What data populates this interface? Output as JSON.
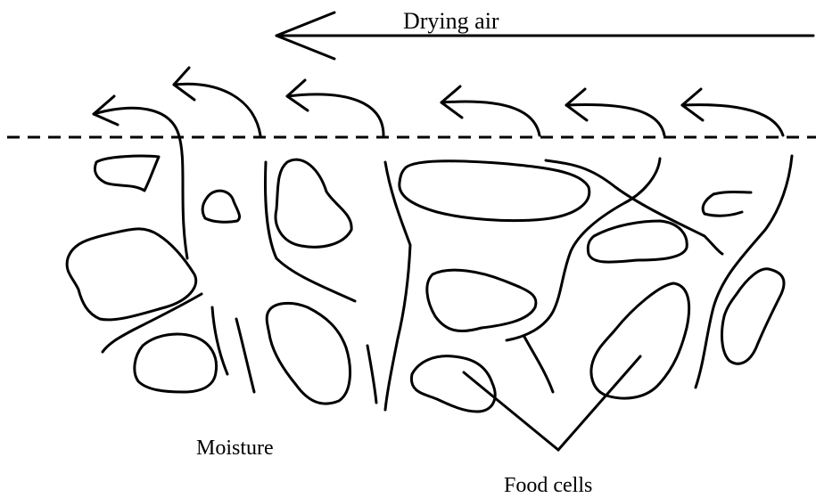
{
  "labels": {
    "drying_air": "Drying air",
    "moisture": "Moisture",
    "food_cells": "Food cells"
  },
  "colors": {
    "ink": "#000000",
    "background": "#ffffff"
  }
}
